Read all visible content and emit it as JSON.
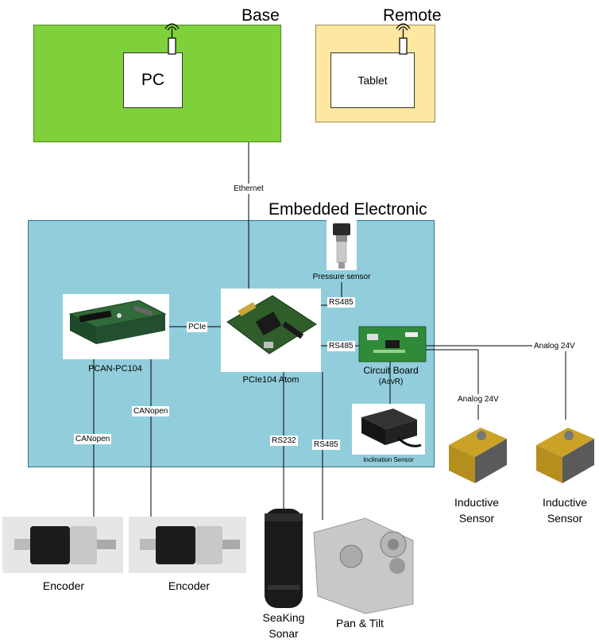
{
  "zones": {
    "base": "Base",
    "remote": "Remote",
    "embedded": "Embedded Electronic"
  },
  "nodes": {
    "pc": "PC",
    "tablet": "Tablet",
    "pressure_sensor": "Pressure sensor",
    "pcan": "PCAN-PC104",
    "atom": "PCIe104 Atom",
    "circuit_board_line1": "Circuit Board",
    "circuit_board_line2": "(AsvR)",
    "inclination_sensor": "Inclination Sensor",
    "inductive_1_line1": "Inductive",
    "inductive_1_line2": "Sensor",
    "inductive_2_line1": "Inductive",
    "inductive_2_line2": "Sensor",
    "encoder_1": "Encoder",
    "encoder_2": "Encoder",
    "sonar_line1": "SeaKing",
    "sonar_line2": "Sonar",
    "pan_tilt": "Pan & Tilt"
  },
  "links": {
    "ethernet": "Ethernet",
    "pcie": "PCIe",
    "rs485_pressure": "RS485",
    "rs485_board": "RS485",
    "rs232": "RS232",
    "rs485_pan": "RS485",
    "canopen_1": "CANopen",
    "canopen_2": "CANopen",
    "analog_1": "Analog 24V",
    "analog_2": "Analog 24V"
  },
  "colors": {
    "base_zone": "#7fd13b",
    "remote_zone": "#fde7a1",
    "embedded_zone": "#92cddc"
  }
}
